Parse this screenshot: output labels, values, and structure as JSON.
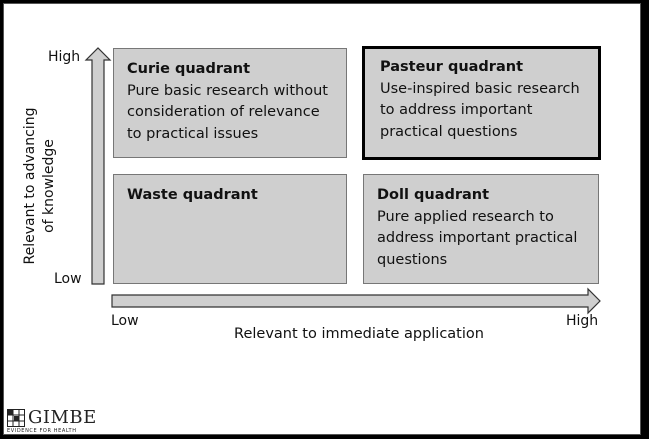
{
  "diagram": {
    "y_axis": {
      "high": "High",
      "low": "Low",
      "label_line1": "Relevant to advancing",
      "label_line2": "of knowledge"
    },
    "x_axis": {
      "low": "Low",
      "high": "High",
      "label": "Relevant to immediate application"
    },
    "quadrants": [
      {
        "title": "Curie quadrant",
        "desc": "Pure basic research without consideration of relevance to practical issues"
      },
      {
        "title": "Pasteur quadrant",
        "desc": "Use-inspired basic research to address important practical questions"
      },
      {
        "title": "Waste quadrant",
        "desc": ""
      },
      {
        "title": "Doll quadrant",
        "desc": "Pure applied research to address important practical questions"
      }
    ]
  },
  "logo": {
    "name": "GIMBE",
    "tagline": "EVIDENCE FOR HEALTH"
  }
}
